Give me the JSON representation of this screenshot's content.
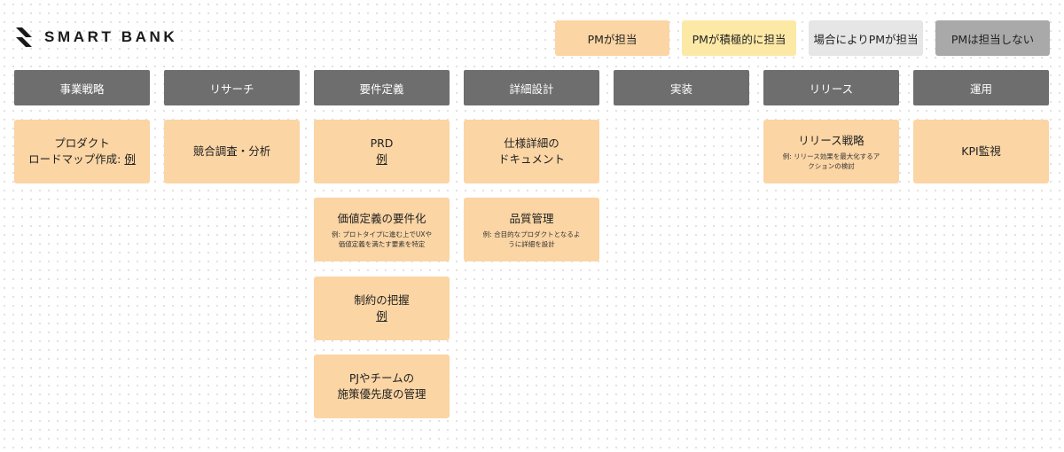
{
  "brand": {
    "name": "SMART BANK"
  },
  "legend": [
    {
      "label": "PMが担当",
      "color": "#fbd5a4"
    },
    {
      "label": "PMが積極的に担当",
      "color": "#fde9a6"
    },
    {
      "label": "場合によりPMが担当",
      "color": "#e6e6e6"
    },
    {
      "label": "PMは担当しない",
      "color": "#a9a9a9"
    }
  ],
  "phases": [
    "事業戦略",
    "リサーチ",
    "要件定義",
    "詳細設計",
    "実装",
    "リリース",
    "運用"
  ],
  "cards": {
    "strategy": {
      "line1": "プロダクト",
      "line2_text": "ロードマップ作成: ",
      "line2_link": "例"
    },
    "research": {
      "title": "競合調査・分析"
    },
    "req_prd": {
      "title": "PRD",
      "link": "例"
    },
    "req_value": {
      "title": "価値定義の要件化",
      "note1": "例: プロトタイプに進む上でUXや",
      "note2": "価値定義を満たす要素を特定"
    },
    "req_constraint": {
      "title": "制約の把握",
      "link": "例"
    },
    "req_priority": {
      "line1": "PJやチームの",
      "line2": "施策優先度の管理"
    },
    "design_spec": {
      "line1": "仕様詳細の",
      "line2": "ドキュメント"
    },
    "design_quality": {
      "title": "品質管理",
      "note1": "例: 合目的なプロダクトとなるよ",
      "note2": "うに詳細を設計"
    },
    "release": {
      "title": "リリース戦略",
      "note1": "例: リリース効果を最大化するア",
      "note2": "クションの検討"
    },
    "ops": {
      "title": "KPI監視"
    }
  }
}
